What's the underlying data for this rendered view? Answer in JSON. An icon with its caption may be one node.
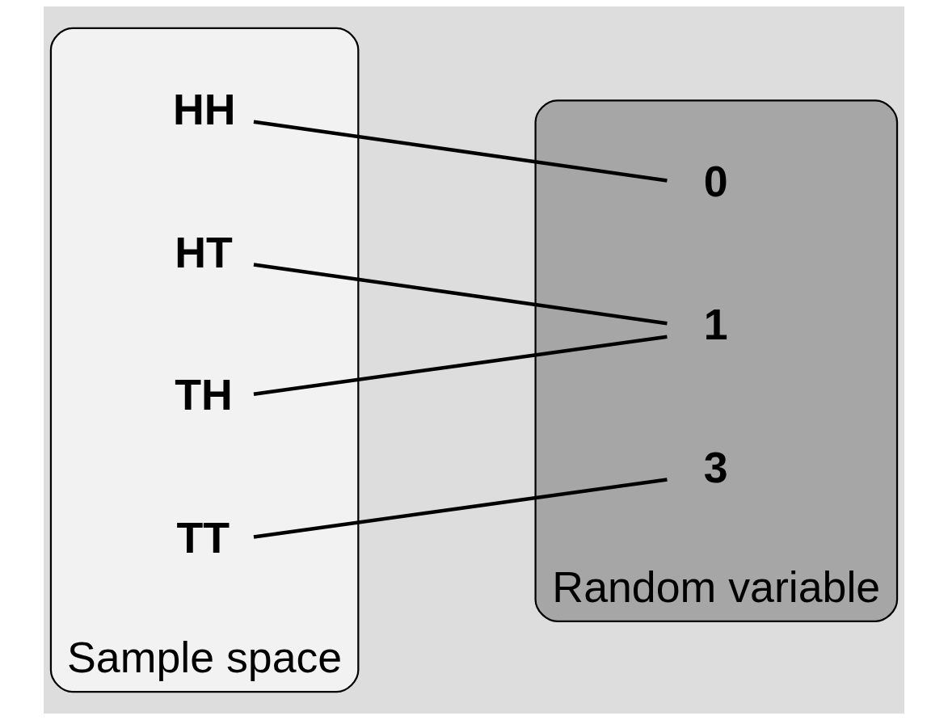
{
  "diagram": {
    "nodes": [
      {
        "text": [
          "Sample space"
        ]
      },
      {
        "text": [
          "HH"
        ],
        "in": 0
      },
      {
        "text": [
          "HT"
        ],
        "in": 0
      },
      {
        "text": [
          "TH"
        ],
        "in": 0
      },
      {
        "text": [
          "TT"
        ],
        "in": 0
      },
      {
        "text": [
          "Random variable"
        ]
      },
      {
        "text": [
          "0"
        ],
        "in": 5
      },
      {
        "text": [
          "1"
        ],
        "in": 5
      },
      {
        "text": [
          "3"
        ],
        "in": 5
      }
    ],
    "edges": [
      {
        "from": 1,
        "to": 6,
        "arrow": "none"
      },
      {
        "from": 2,
        "to": 7,
        "arrow": "none"
      },
      {
        "from": 3,
        "to": 7,
        "arrow": "none"
      },
      {
        "from": 4,
        "to": 8,
        "arrow": "none"
      }
    ]
  }
}
